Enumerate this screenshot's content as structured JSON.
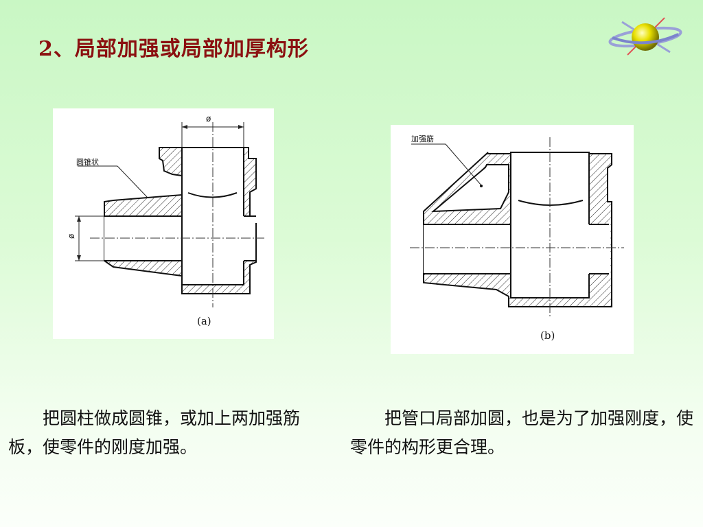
{
  "slide": {
    "title": "2、局部加强或局部加厚构形",
    "figure_a": {
      "caption": "(a)",
      "callout": "圆锥状",
      "dim_top": "ø",
      "dim_left": "ø"
    },
    "figure_b": {
      "caption": "(b)",
      "callout": "加强筋"
    },
    "text_a": "把圆柱做成圆锥，或加上两加强筋板，使零件的刚度加强。",
    "text_b": "把管口局部加圆，也是为了加强刚度，使零件的构形更合理。"
  },
  "colors": {
    "title": "#8b1010",
    "globe": "#e8e000",
    "ring": "#9aa0d8"
  },
  "icons": [
    "globe-orbit-icon"
  ]
}
